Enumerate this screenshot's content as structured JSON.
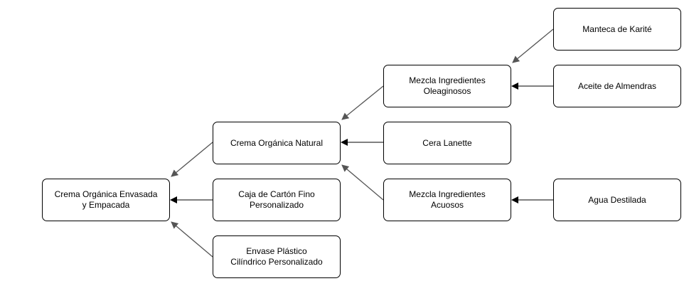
{
  "colors": {
    "box_border": "#000000",
    "box_fill": "#ffffff",
    "arrow_straight": "#000000",
    "arrow_diagonal": "#555555",
    "background": "#ffffff"
  },
  "nodes": {
    "final_product": "Crema Orgánica Envasada\ny Empacada",
    "natural_cream": "Crema Orgánica Natural",
    "cardboard_box": "Caja de Cartón Fino\nPersonalizado",
    "plastic_container": "Envase Plástico\nCilíndrico Personalizado",
    "oily_mix": "Mezcla Ingredientes\nOleaginosos",
    "lanette_wax": "Cera Lanette",
    "aqueous_mix": "Mezcla Ingredientes\nAcuosos",
    "shea_butter": "Manteca de Karité",
    "almond_oil": "Aceite de Almendras",
    "distilled_water": "Agua Destilada"
  }
}
